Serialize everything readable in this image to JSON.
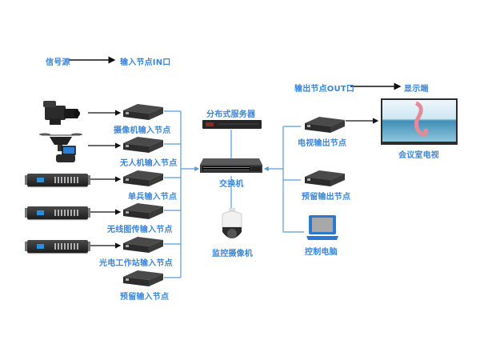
{
  "legend": {
    "input": {
      "from": "信号源",
      "to": "输入节点IN口"
    },
    "output": {
      "from": "输出节点OUT口",
      "to": "显示端"
    }
  },
  "sources": [
    {
      "name": "camcorder",
      "icon": "camcorder-icon"
    },
    {
      "name": "drone",
      "icon": "drone-icon"
    },
    {
      "name": "rack-device-1",
      "icon": "rack-device-icon"
    },
    {
      "name": "rack-device-2",
      "icon": "rack-device-icon"
    },
    {
      "name": "rack-device-3",
      "icon": "rack-device-icon"
    }
  ],
  "input_nodes": [
    {
      "label": "摄像机输入节点"
    },
    {
      "label": "无人机输入节点"
    },
    {
      "label": "单兵输入节点"
    },
    {
      "label": "无线图传输入节点"
    },
    {
      "label": "光电工作站输入节点"
    },
    {
      "label": "预留输入节点"
    }
  ],
  "center": {
    "server": "分布式服务器",
    "switch": "交换机",
    "camera": "监控摄像机"
  },
  "outputs": {
    "tv_node": "电视输出节点",
    "reserved_node": "预留输出节点",
    "pc": "控制电脑",
    "tv": "会议室电视"
  },
  "colors": {
    "label": "#3b86d6",
    "wire": "#5b9bd5",
    "arrow": "#111111"
  }
}
